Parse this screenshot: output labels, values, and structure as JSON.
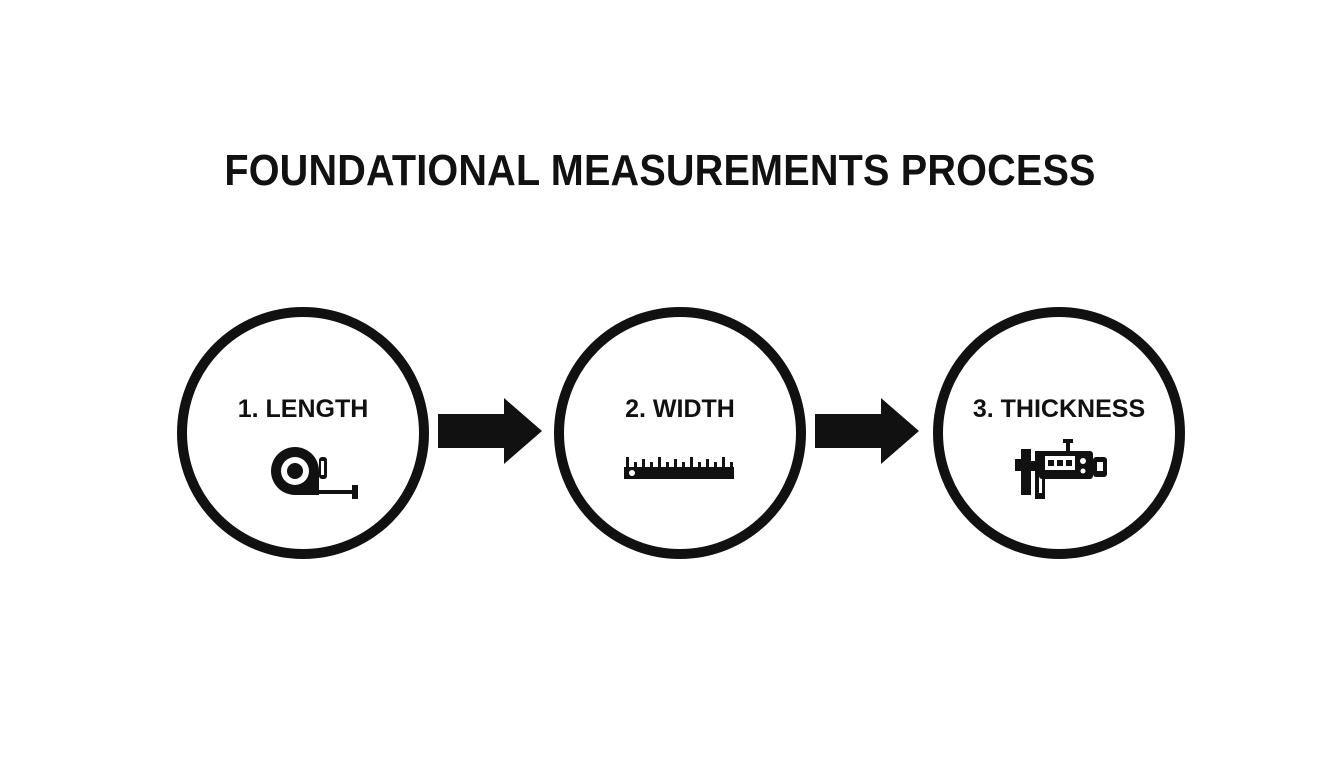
{
  "diagram": {
    "title": "FOUNDATIONAL MEASUREMENTS PROCESS",
    "steps": [
      {
        "label": "1. LENGTH",
        "icon": "tape-measure-icon"
      },
      {
        "label": "2. WIDTH",
        "icon": "ruler-icon"
      },
      {
        "label": "3. THICKNESS",
        "icon": "caliper-icon"
      }
    ],
    "connector": "arrow-right-icon",
    "colors": {
      "ink": "#111111",
      "background": "#ffffff"
    }
  }
}
